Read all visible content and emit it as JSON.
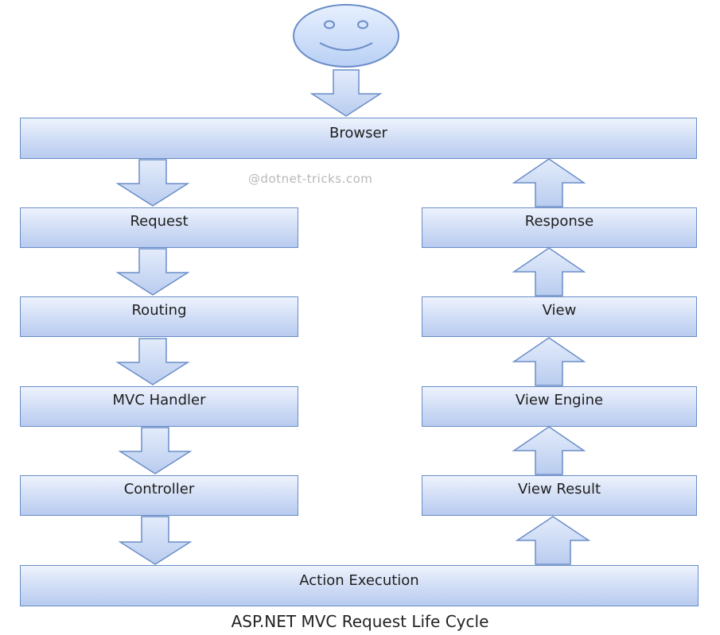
{
  "diagram": {
    "caption": "ASP.NET MVC Request Life Cycle",
    "watermark": "@dotnet-tricks.com",
    "nodes": {
      "browser": "Browser",
      "request": "Request",
      "routing": "Routing",
      "mvc_handler": "MVC Handler",
      "controller": "Controller",
      "action_execution": "Action Execution",
      "view_result": "View Result",
      "view_engine": "View Engine",
      "view": "View",
      "response": "Response"
    },
    "user_icon": "smiley-face-icon",
    "colors": {
      "box_border": "#6a8dc8",
      "box_fill": "#cfdcf5",
      "arrow_fill": "#c9d9f4",
      "face_fill": "#cfe0fb"
    }
  }
}
